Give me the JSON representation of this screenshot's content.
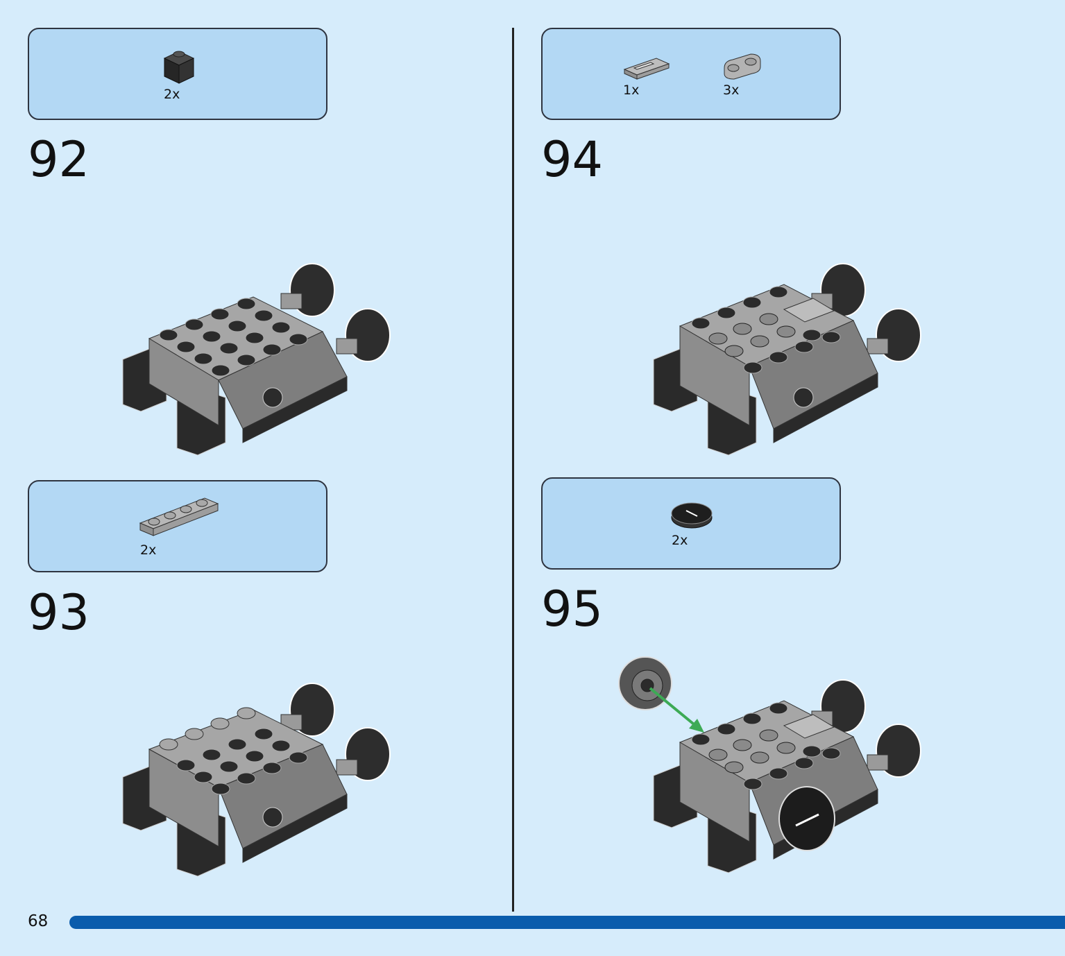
{
  "steps": [
    {
      "number": "92",
      "parts": [
        {
          "qty": "2x",
          "part": "brick-1x1-black"
        }
      ]
    },
    {
      "number": "93",
      "parts": [
        {
          "qty": "2x",
          "part": "plate-1x4-light-gray"
        }
      ]
    },
    {
      "number": "94",
      "parts": [
        {
          "qty": "1x",
          "part": "tile-1x2-grille-light-gray"
        },
        {
          "qty": "3x",
          "part": "plate-1x2-rounded-light-gray"
        }
      ]
    },
    {
      "number": "95",
      "parts": [
        {
          "qty": "2x",
          "part": "tile-round-2x2-black"
        }
      ]
    }
  ],
  "page": {
    "number": "68"
  },
  "colors": {
    "background": "#d6ecfb",
    "parts_box": "#b3d8f4",
    "progress_bar": "#0a5cac",
    "arrow": "#3daa55",
    "brick_black": "#2b2b2b",
    "brick_gray": "#a0a0a0"
  }
}
